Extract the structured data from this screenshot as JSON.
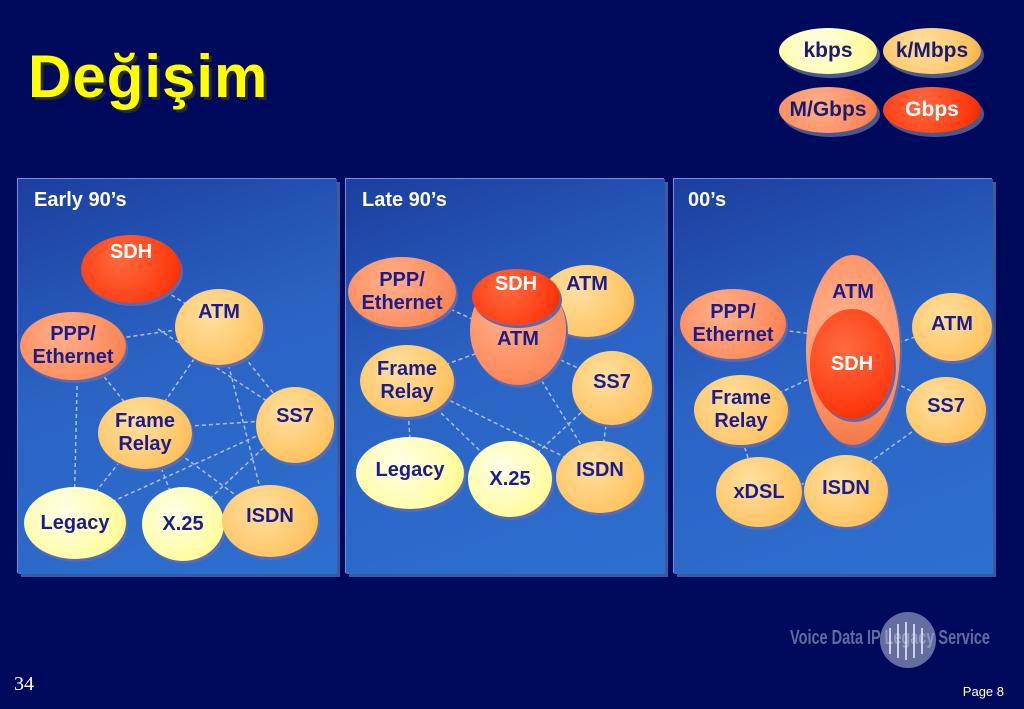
{
  "title": "Değişim",
  "legend": [
    {
      "label": "kbps",
      "color": "#fffca0"
    },
    {
      "label": "k/Mbps",
      "color": "#ffc463"
    },
    {
      "label": "M/Gbps",
      "color": "#ff8a5c"
    },
    {
      "label": "Gbps",
      "color": "#ff3a10"
    }
  ],
  "panels": [
    {
      "title": "Early 90’s"
    },
    {
      "title": "Late 90’s"
    },
    {
      "title": "00’s"
    }
  ],
  "nodes": {
    "sdh": "SDH",
    "atm": "ATM",
    "ppp_ethernet": "PPP/\nEthernet",
    "frame_relay": "Frame\nRelay",
    "ss7": "SS7",
    "legacy": "Legacy",
    "x25": "X.25",
    "isdn": "ISDN",
    "xdsl": "xDSL"
  },
  "logo_text": "Voice Data IP Legacy Service",
  "slide_number": "34",
  "page_label": "Page 8"
}
